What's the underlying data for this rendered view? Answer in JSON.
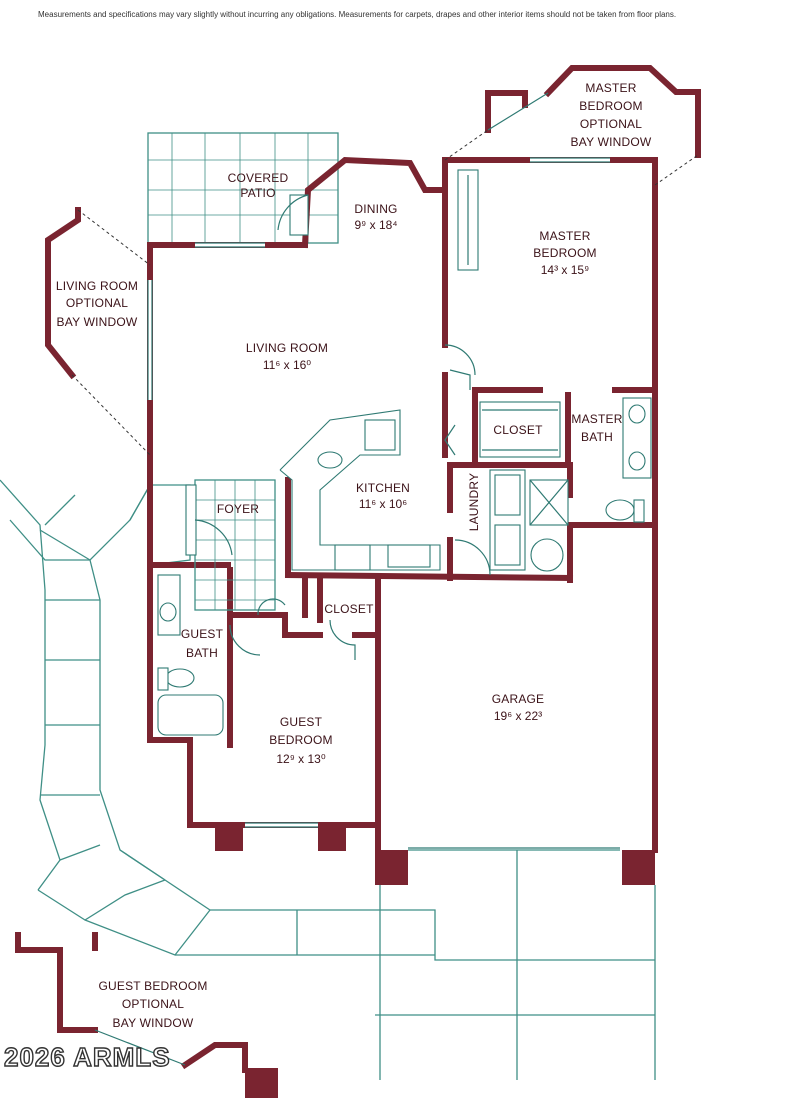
{
  "disclaimer": "Measurements and specifications may vary slightly without incurring any obligations. Measurements for carpets, drapes and other interior items should not be taken from floor plans.",
  "watermark": "2026 ARMLS",
  "colors": {
    "wall": "#7a2430",
    "lines": "#3f8f86",
    "background": "#ffffff"
  },
  "rooms": {
    "covered_patio": {
      "line1": "COVERED",
      "line2": "PATIO"
    },
    "dining": {
      "name": "DINING",
      "dim": "9⁹ x 18⁴"
    },
    "master_bay": {
      "line1": "MASTER",
      "line2": "BEDROOM",
      "line3": "OPTIONAL",
      "line4": "BAY WINDOW"
    },
    "master_bedroom": {
      "line1": "MASTER",
      "line2": "BEDROOM",
      "dim": "14³ x 15⁹"
    },
    "living_bay": {
      "line1": "LIVING ROOM",
      "line2": "OPTIONAL",
      "line3": "BAY WINDOW"
    },
    "living_room": {
      "name": "LIVING ROOM",
      "dim": "11⁶ x 16⁰"
    },
    "closet_master": {
      "name": "CLOSET"
    },
    "master_bath": {
      "line1": "MASTER",
      "line2": "BATH"
    },
    "kitchen": {
      "name": "KITCHEN",
      "dim": "11⁶ x 10⁶"
    },
    "laundry": {
      "name": "LAUNDRY"
    },
    "foyer": {
      "name": "FOYER"
    },
    "closet_guest": {
      "name": "CLOSET"
    },
    "guest_bath": {
      "line1": "GUEST",
      "line2": "BATH"
    },
    "garage": {
      "name": "GARAGE",
      "dim": "19⁶ x 22³"
    },
    "guest_bedroom": {
      "line1": "GUEST",
      "line2": "BEDROOM",
      "dim": "12⁹ x 13⁰"
    },
    "guest_bay": {
      "line1": "GUEST BEDROOM",
      "line2": "OPTIONAL",
      "line3": "BAY WINDOW"
    }
  }
}
